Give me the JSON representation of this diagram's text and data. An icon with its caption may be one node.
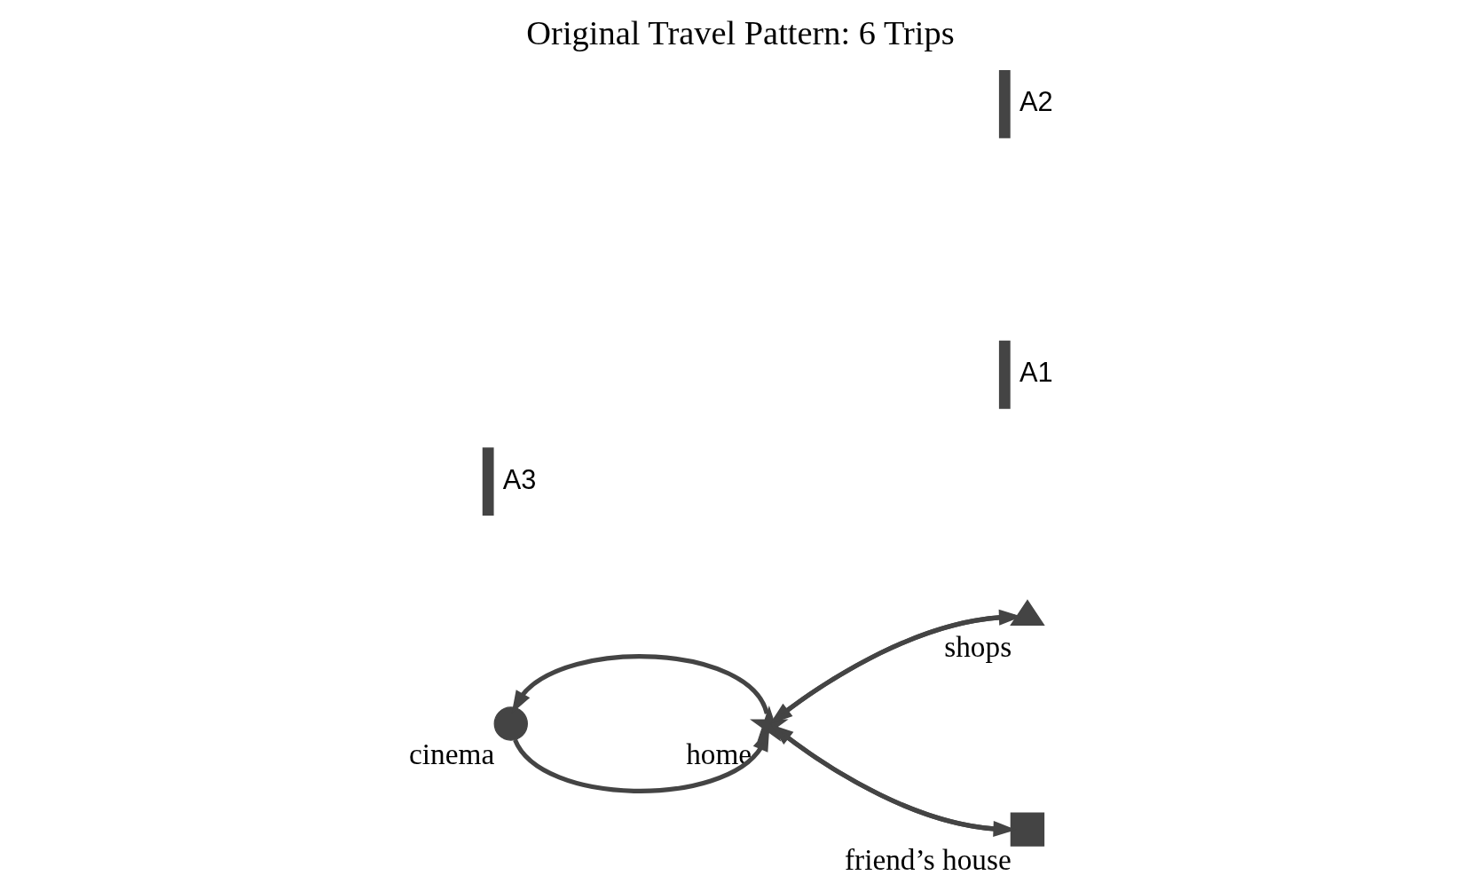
{
  "diagram": {
    "title": "Original Travel Pattern: 6 Trips",
    "nodes": [
      {
        "text": [
          "home"
        ]
      },
      {
        "text": [
          "shops"
        ]
      },
      {
        "text": [
          "friend’s house"
        ]
      },
      {
        "text": [
          "cinema"
        ]
      }
    ],
    "edges": [
      {
        "from": 0,
        "to": 1,
        "arrow": "to"
      },
      {
        "from": 1,
        "to": 0,
        "arrow": "to"
      },
      {
        "from": 0,
        "to": 2,
        "arrow": "to"
      },
      {
        "from": 2,
        "to": 0,
        "arrow": "to"
      },
      {
        "from": 3,
        "to": 0,
        "arrow": "to"
      },
      {
        "from": 0,
        "to": 3,
        "arrow": "to"
      }
    ],
    "labels": [
      "A1",
      "A3",
      "A2"
    ]
  }
}
